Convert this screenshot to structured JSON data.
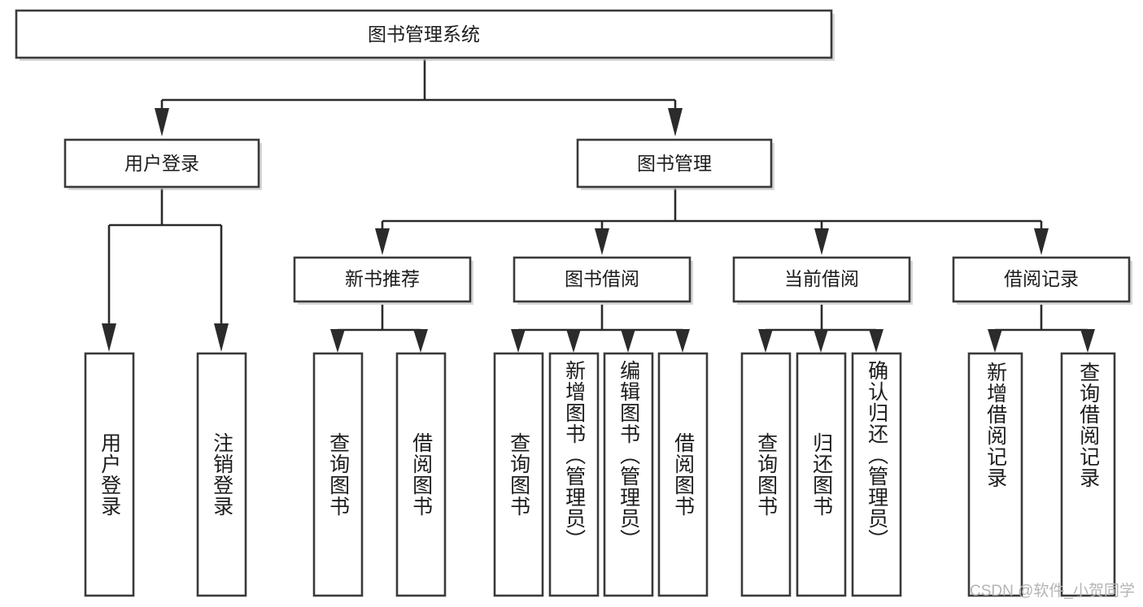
{
  "diagram": {
    "type": "tree-hierarchy",
    "title": "图书管理系统",
    "root": {
      "id": "root",
      "label": "图书管理系统",
      "level": 0
    },
    "level1": [
      {
        "id": "user-login",
        "label": "用户登录"
      },
      {
        "id": "book-management",
        "label": "图书管理"
      }
    ],
    "level2": [
      {
        "id": "new-book-recommend",
        "label": "新书推荐",
        "parent": "book-management"
      },
      {
        "id": "book-borrow",
        "label": "图书借阅",
        "parent": "book-management"
      },
      {
        "id": "current-borrow",
        "label": "当前借阅",
        "parent": "book-management"
      },
      {
        "id": "borrow-record",
        "label": "借阅记录",
        "parent": "book-management"
      }
    ],
    "leaves": {
      "user_login": [
        {
          "id": "leaf-user-login",
          "label": "用户登录"
        },
        {
          "id": "leaf-logout-login",
          "label": "注销登录"
        }
      ],
      "new_book_recommend": [
        {
          "id": "leaf-query-book-1",
          "label": "查询图书"
        },
        {
          "id": "leaf-borrow-book-1",
          "label": "借阅图书"
        }
      ],
      "book_borrow": [
        {
          "id": "leaf-query-book-2",
          "label": "查询图书"
        },
        {
          "id": "leaf-add-book",
          "label": "新增图书（管理员）"
        },
        {
          "id": "leaf-edit-book",
          "label": "编辑图书（管理员）"
        },
        {
          "id": "leaf-borrow-book-2",
          "label": "借阅图书"
        }
      ],
      "current_borrow": [
        {
          "id": "leaf-query-book-3",
          "label": "查询图书"
        },
        {
          "id": "leaf-return-book",
          "label": "归还图书"
        },
        {
          "id": "leaf-confirm-return",
          "label": "确认归还（管理员）"
        }
      ],
      "borrow_record": [
        {
          "id": "leaf-add-record",
          "label": "新增借阅记录"
        },
        {
          "id": "leaf-query-record",
          "label": "查询借阅记录"
        }
      ]
    }
  },
  "watermark": {
    "text": "CSDN @软件_小贺同学"
  },
  "colors": {
    "background": "#ffffff",
    "box_border": "#3a3a3a",
    "connector": "#2b2b2b",
    "text": "#1c1c1c",
    "watermark": "#b4b4b4"
  }
}
